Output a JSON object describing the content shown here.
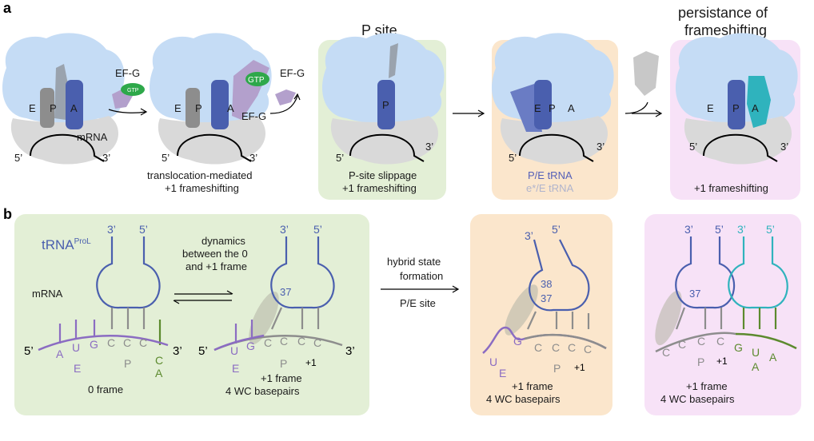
{
  "panel_a": {
    "label": "a",
    "ef_g": "EF-G",
    "gtp": "GTP",
    "sites": {
      "e": "E",
      "p": "P",
      "a": "A"
    },
    "mrna": "mRNA",
    "five": "5’",
    "three": "3’",
    "caption1_line1": "translocation-mediated",
    "caption1_line2": "+1 frameshifting",
    "p_site_title": "P site",
    "caption3_line1": "P-site slippage",
    "caption3_line2": "+1 frameshifting",
    "pe_trna": "P/E tRNA",
    "estar_trna": "e*/E tRNA",
    "persist_line1": "persistance of",
    "persist_line2": "frameshifting",
    "caption5": "+1 frameshifting"
  },
  "panel_b": {
    "label": "b",
    "trna": "tRNA",
    "trna_sup": "ProL",
    "mrna": "mRNA",
    "five": "5’",
    "three": "3’",
    "dyn1": "dynamics",
    "dyn2": "between the 0",
    "dyn3": "and +1 frame",
    "frame0": "0 frame",
    "frame1": "+1 frame",
    "wc": "4 WC basepairs",
    "hyb1": "hybrid state",
    "hyb2": "formation",
    "pe_site": "P/E site",
    "pos37": "37",
    "pos38": "38",
    "plus1": "+1",
    "codons": {
      "A": "A",
      "U": "U",
      "G": "G",
      "C": "C",
      "E": "E",
      "P": "P"
    }
  },
  "colors": {
    "green_box": "#e3efd6",
    "orange_box": "#fbe6cc",
    "pink_box": "#f7e2f7",
    "ribo_light": "#c5dcf5",
    "ribo_grey": "#d6d6d6",
    "trna_blue": "#4a5fae",
    "trna_grey": "#8d8d8d",
    "trna_lilac": "#b3a0cc",
    "trna_teal": "#2fb3bd",
    "gtp_green": "#2ea84a",
    "purple_nt": "#8b6cc2",
    "olive_nt": "#5c8a2e"
  }
}
